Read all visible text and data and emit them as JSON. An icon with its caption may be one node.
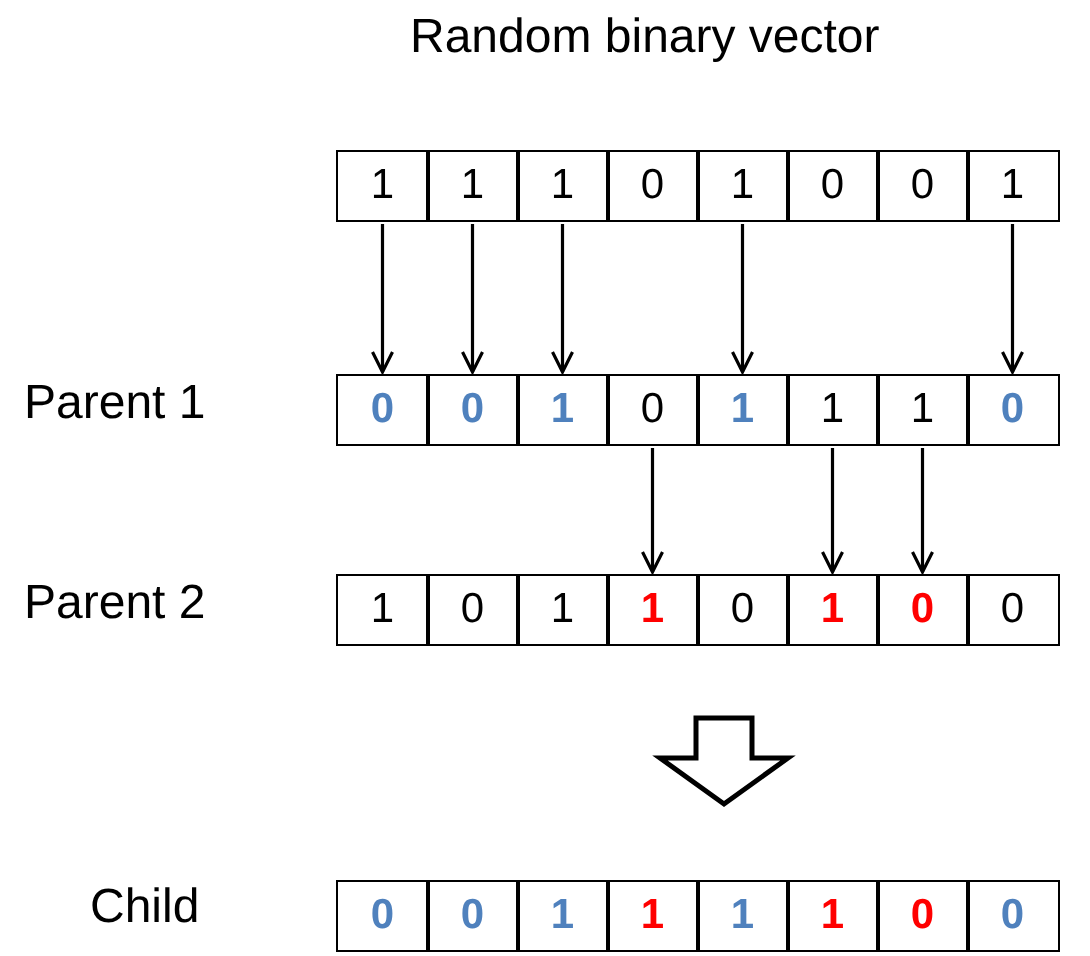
{
  "diagram": {
    "nodes": [
      {
        "text": [
          "Random binary vector"
        ]
      },
      {
        "text": [
          "1"
        ],
        "in": 0
      },
      {
        "text": [
          "1"
        ],
        "in": 0
      },
      {
        "text": [
          "1"
        ],
        "in": 0
      },
      {
        "text": [
          "0"
        ],
        "in": 0
      },
      {
        "text": [
          "1"
        ],
        "in": 0
      },
      {
        "text": [
          "0"
        ],
        "in": 0
      },
      {
        "text": [
          "0"
        ],
        "in": 0
      },
      {
        "text": [
          "1"
        ],
        "in": 0
      },
      {
        "text": [
          "Parent 1"
        ]
      },
      {
        "text": [
          "0"
        ],
        "in": 9
      },
      {
        "text": [
          "0"
        ],
        "in": 9
      },
      {
        "text": [
          "1"
        ],
        "in": 9
      },
      {
        "text": [
          "0"
        ],
        "in": 9
      },
      {
        "text": [
          "1"
        ],
        "in": 9
      },
      {
        "text": [
          "1"
        ],
        "in": 9
      },
      {
        "text": [
          "1"
        ],
        "in": 9
      },
      {
        "text": [
          "0"
        ],
        "in": 9
      },
      {
        "text": [
          "Parent 2"
        ]
      },
      {
        "text": [
          "1"
        ],
        "in": 18
      },
      {
        "text": [
          "0"
        ],
        "in": 18
      },
      {
        "text": [
          "1"
        ],
        "in": 18
      },
      {
        "text": [
          "1"
        ],
        "in": 18
      },
      {
        "text": [
          "0"
        ],
        "in": 18
      },
      {
        "text": [
          "1"
        ],
        "in": 18
      },
      {
        "text": [
          "0"
        ],
        "in": 18
      },
      {
        "text": [
          "0"
        ],
        "in": 18
      },
      {
        "text": [
          "Child"
        ]
      },
      {
        "text": [
          "0"
        ],
        "in": 27
      },
      {
        "text": [
          "0"
        ],
        "in": 27
      },
      {
        "text": [
          "1"
        ],
        "in": 27
      },
      {
        "text": [
          "1"
        ],
        "in": 27
      },
      {
        "text": [
          "1"
        ],
        "in": 27
      },
      {
        "text": [
          "1"
        ],
        "in": 27
      },
      {
        "text": [
          "0"
        ],
        "in": 27
      },
      {
        "text": [
          "0"
        ],
        "in": 27
      }
    ],
    "edges": [
      {
        "from": 1,
        "to": 10,
        "arrow": "to"
      },
      {
        "from": 2,
        "to": 11,
        "arrow": "to"
      },
      {
        "from": 3,
        "to": 12,
        "arrow": "to"
      },
      {
        "from": 5,
        "to": 14,
        "arrow": "to"
      },
      {
        "from": 8,
        "to": 17,
        "arrow": "to"
      },
      {
        "from": 13,
        "to": 22,
        "arrow": "to"
      },
      {
        "from": 15,
        "to": 24,
        "arrow": "to"
      },
      {
        "from": 16,
        "to": 25,
        "arrow": "to"
      },
      {
        "from": 18,
        "to": 27,
        "arrow": "to",
        "style": "thick"
      }
    ]
  }
}
